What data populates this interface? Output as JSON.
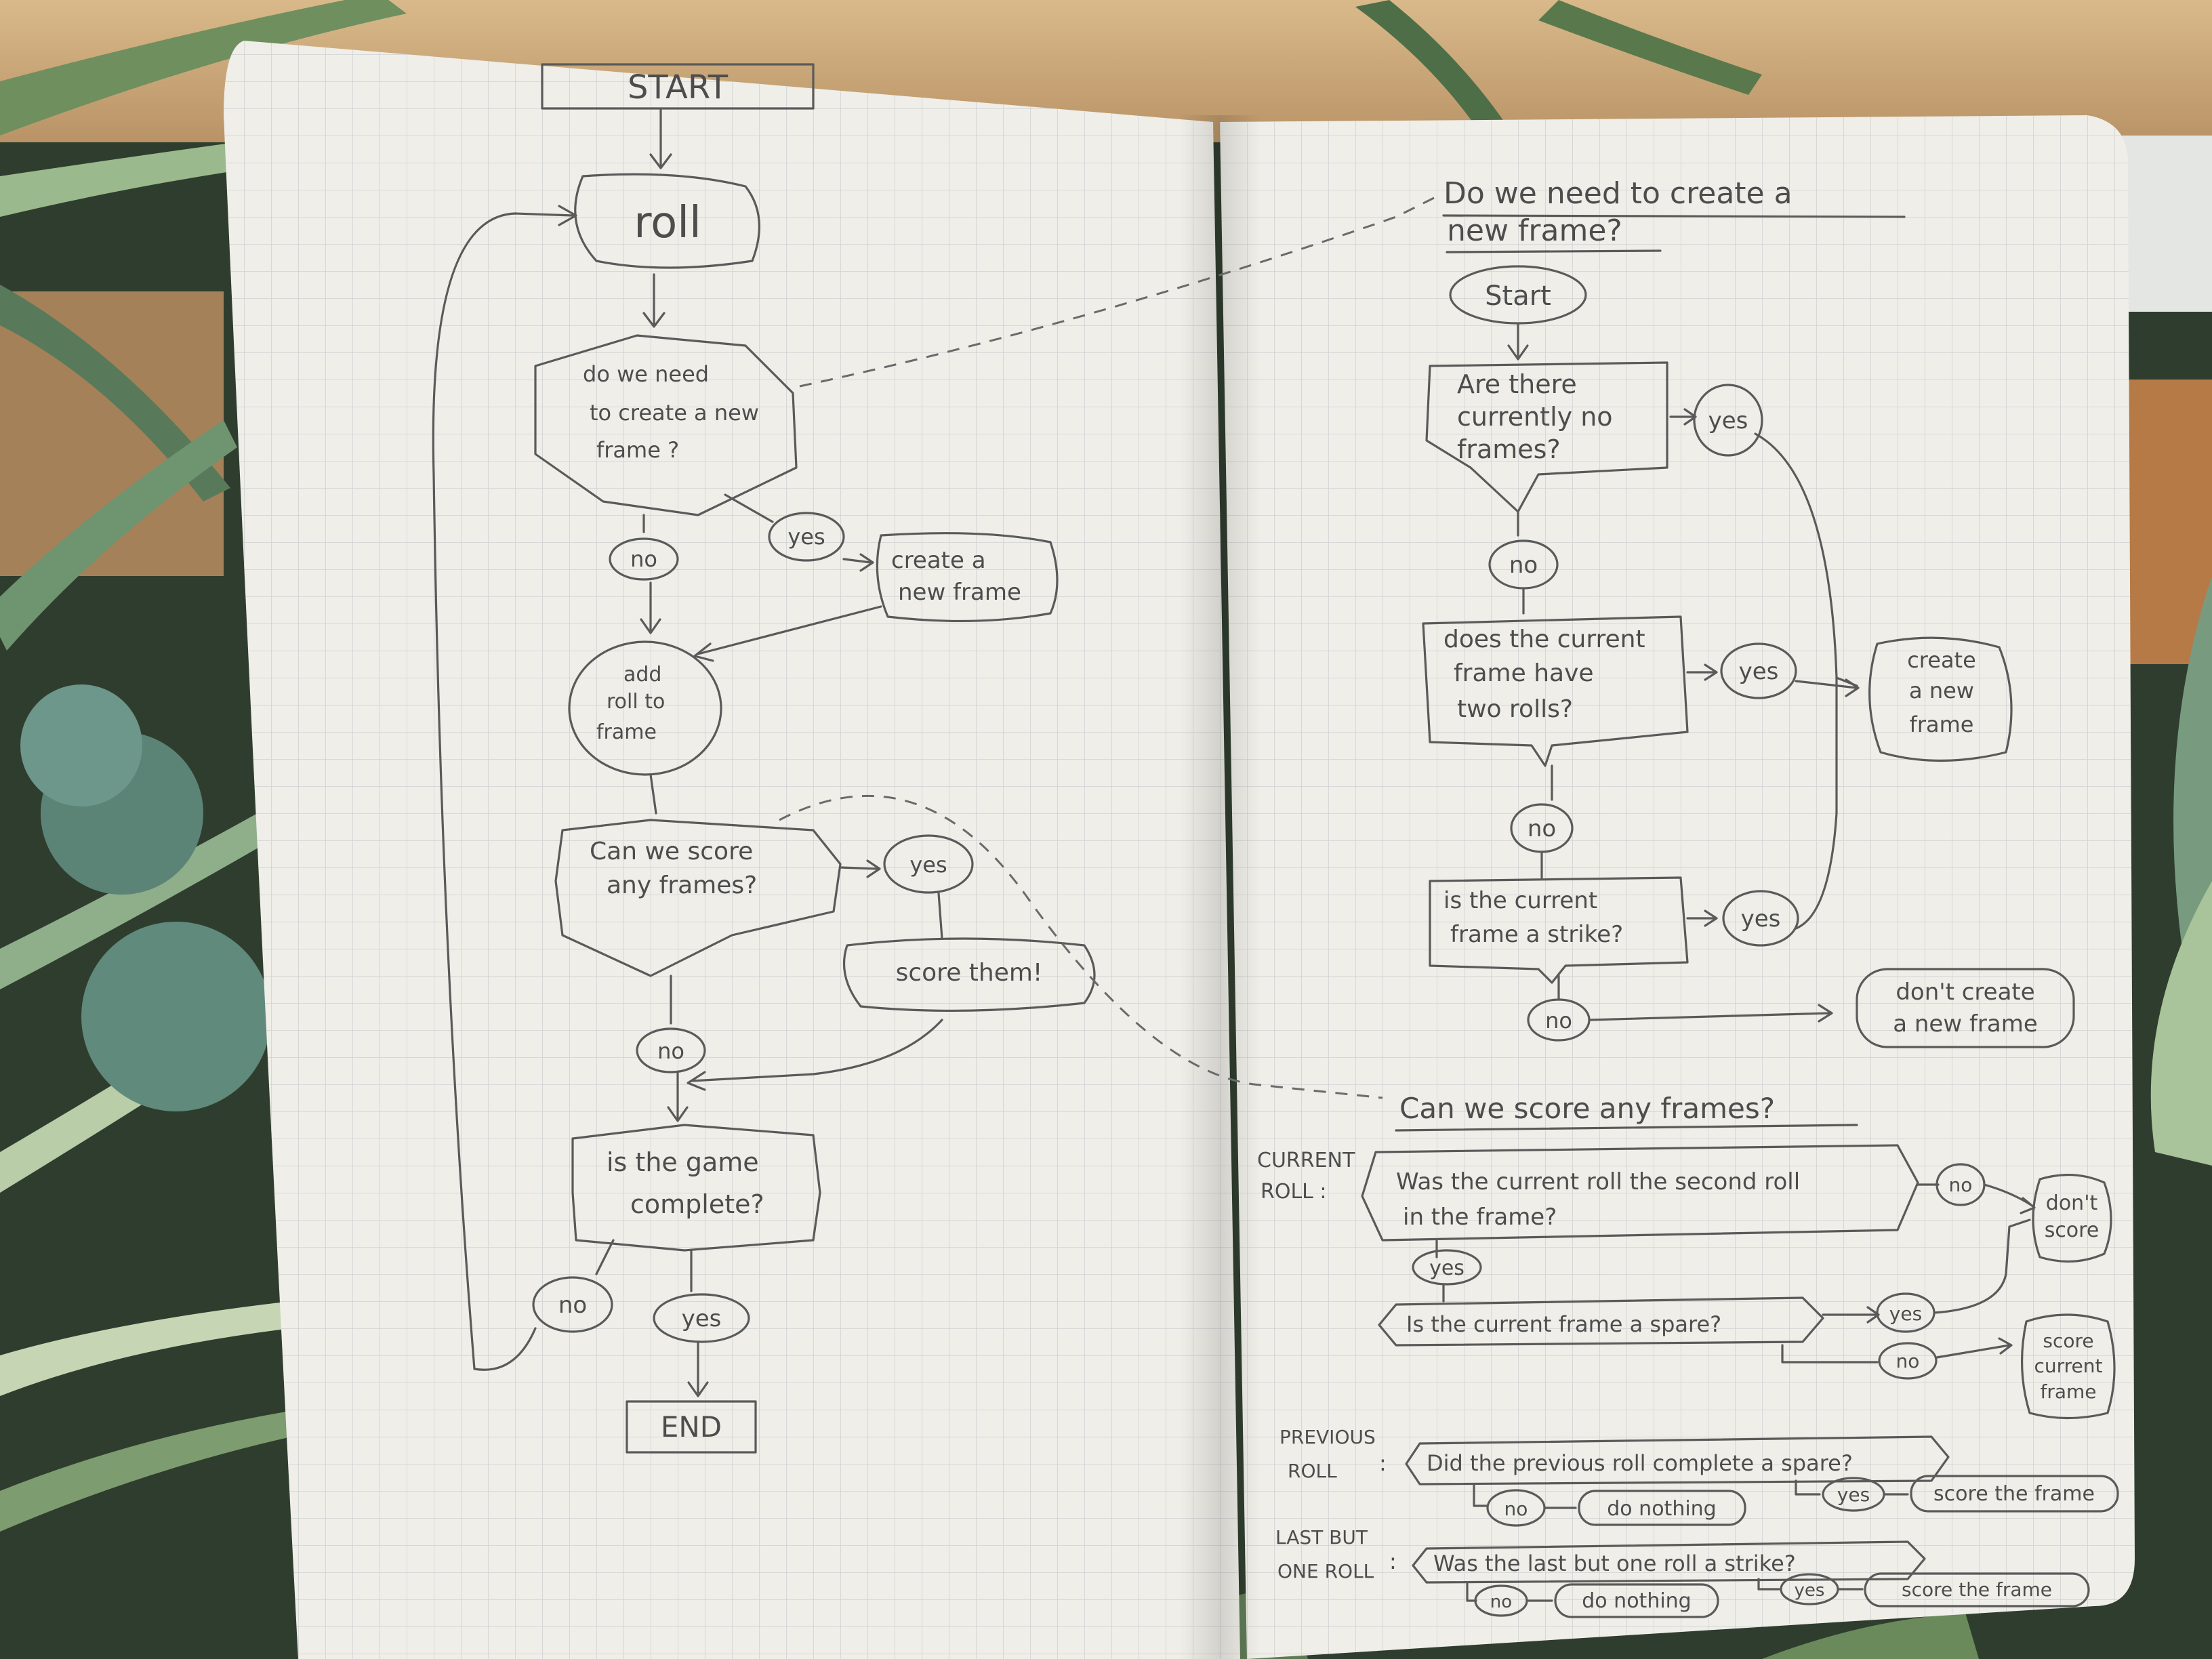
{
  "colors": {
    "page": "#efeee8",
    "grid": "#c9cdd0",
    "pencil": "#5a5a5a",
    "wood": "#c9a77a",
    "leaf": "#4d6f55",
    "leaf_light": "#8fae8c"
  },
  "left_flow": {
    "start": "START",
    "roll": "roll",
    "q_new_frame": [
      "do we need",
      "to create a new",
      "frame ?"
    ],
    "yes1": "yes",
    "no1": "no",
    "create_new_frame": [
      "create a",
      "new frame"
    ],
    "add_roll": [
      "add",
      "roll to",
      "frame"
    ],
    "q_score": [
      "Can we score",
      "any frames?"
    ],
    "yes2": "yes",
    "score_them": "score them!",
    "no2": "no",
    "q_complete": [
      "is the game",
      "complete?"
    ],
    "no3": "no",
    "yes3": "yes",
    "end": "END"
  },
  "new_frame_flow": {
    "title": [
      "Do we need to create a",
      "new frame?"
    ],
    "start": "Start",
    "q_no_frames": [
      "Are there",
      "currently no",
      "frames?"
    ],
    "yes1": "yes",
    "no1": "no",
    "q_two_rolls": [
      "does the current",
      "frame have",
      "two rolls?"
    ],
    "yes2": "yes",
    "create": [
      "create",
      "a new",
      "frame"
    ],
    "no2": "no",
    "q_strike": [
      "is the current",
      "frame a strike?"
    ],
    "yes3": "yes",
    "no3": "no",
    "dont_create": [
      "don't create",
      "a new frame"
    ]
  },
  "score_flow": {
    "title": "Can we score any frames?",
    "current_roll_label": [
      "CURRENT",
      "ROLL :"
    ],
    "q_second_roll": [
      "Was the current roll the second roll",
      "in the frame?"
    ],
    "no1": "no",
    "dont_score": [
      "don't",
      "score"
    ],
    "yes1": "yes",
    "q_spare": "Is the current frame a spare?",
    "yes2": "yes",
    "no2": "no",
    "score_current": [
      "score",
      "current",
      "frame"
    ],
    "previous_roll_label": [
      "PREVIOUS",
      "ROLL"
    ],
    "q_prev_spare": "Did the previous roll complete a spare?",
    "prev_no": "no",
    "prev_do_nothing": "do nothing",
    "prev_yes": "yes",
    "prev_score": "score the frame",
    "last_but_one_label": [
      "LAST BUT",
      "ONE ROLL"
    ],
    "q_strike_before": "Was the last but one roll a strike?",
    "lbo_no": "no",
    "lbo_do_nothing": "do nothing",
    "lbo_yes": "yes",
    "lbo_score": "score the frame"
  }
}
